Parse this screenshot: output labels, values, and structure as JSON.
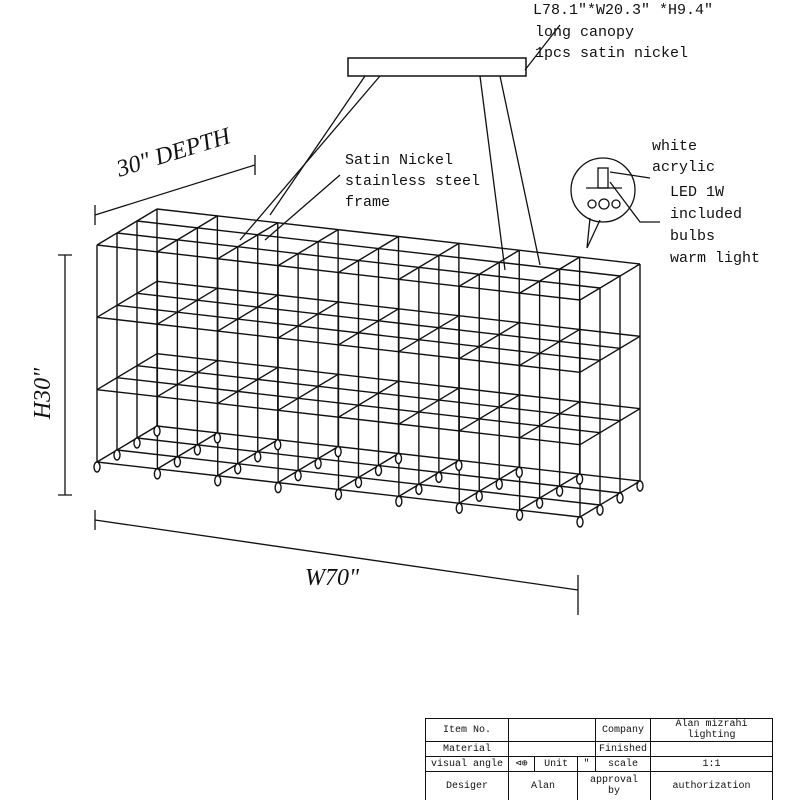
{
  "canopy": {
    "size": "L78.1\"*W20.3\" *H9.4\"",
    "line2": "long canopy",
    "line3": "1pcs satin nickel"
  },
  "frame": {
    "line1": "Satin Nickel",
    "line2": "stainless steel",
    "line3": "frame"
  },
  "detail": {
    "line1": "white",
    "line2": "acrylic",
    "line3": "LED 1W",
    "line4": "included",
    "line5": "bulbs",
    "line6": "warm light"
  },
  "dimensions": {
    "depth": "30\" DEPTH",
    "height": "H30\"",
    "width": "W70\""
  },
  "title_block": {
    "item_no_label": "Item No.",
    "item_no": "",
    "company_label": "Company",
    "company": "Alan mizrahi lighting",
    "material_label": "Material",
    "material": "",
    "finished_label": "Finished",
    "finished": "",
    "visual_angle_label": "visual angle",
    "unit_label": "Unit",
    "unit": "\"",
    "scale_label": "scale",
    "scale": "1:1",
    "designer_label": "Desiger",
    "designer": "Alan",
    "approval_label": "approval by",
    "authorization": "authorization"
  }
}
